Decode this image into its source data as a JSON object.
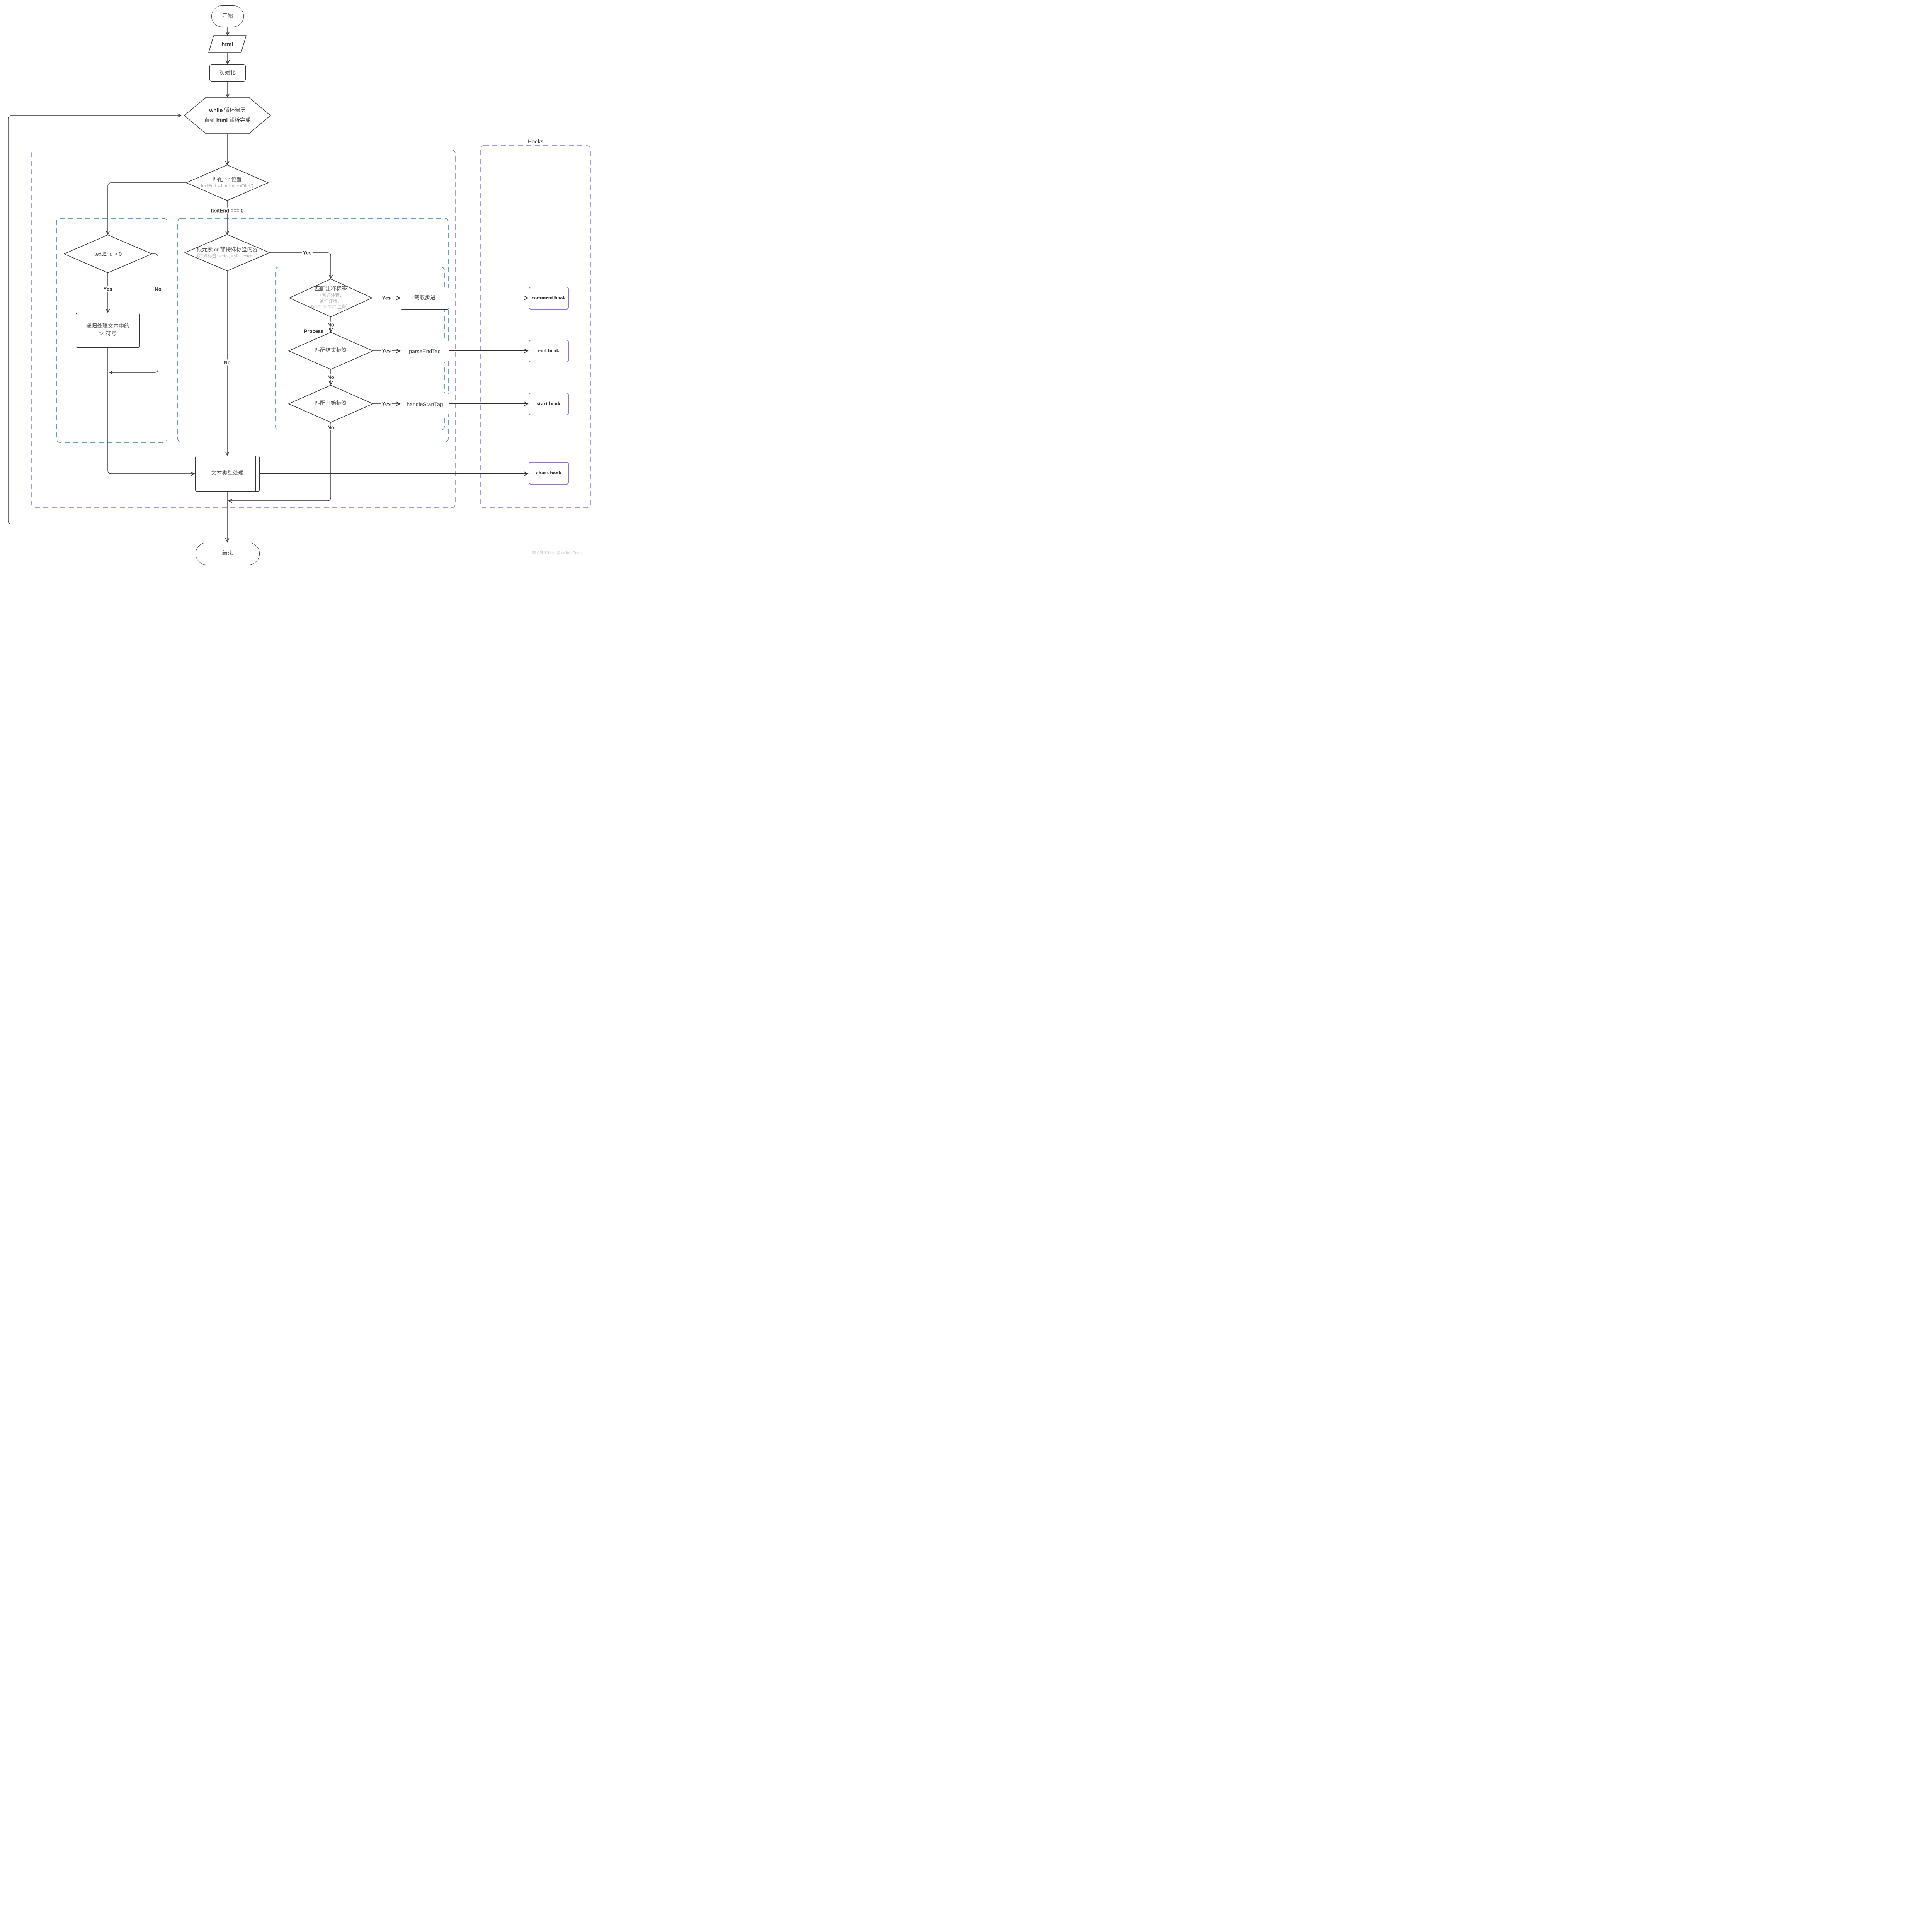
{
  "watermark": "掘金技术社区 @ callmeSoon",
  "colors": {
    "edge": "#2f2f2f",
    "node_border": "#333333",
    "container_blue": "#4589d2",
    "container_purple": "#9d80d8",
    "hook_border": "#9370DB",
    "node_text": "#555555",
    "subtle_text": "#a8a8a8",
    "edge_label_text": "#333333",
    "watermark_text": "#c9c5c2"
  },
  "labels": {
    "yes": "Yes",
    "no": "No",
    "text_end_eq_0": "textEnd === 0",
    "process": "Process",
    "hooks": "Hooks"
  },
  "nodes": {
    "start": {
      "label": "开始"
    },
    "html_input": {
      "label": "html"
    },
    "init": {
      "label": "初始化"
    },
    "while_loop": {
      "kw1": "while",
      "text1": " 循环遍历",
      "text2_pre": "直到 ",
      "kw2": "html",
      "text2_post": " 解析完成"
    },
    "match_lt": {
      "label": "匹配 '<' 位置",
      "sub": "textEnd = html.indexOf('<')"
    },
    "text_end_gt_0": {
      "label": "textEnd > 0"
    },
    "recursive_gt": {
      "label": "递归处理文本中的 '>' 符号"
    },
    "root_or_nonspecial": {
      "label": "根元素 or 非特殊标签内容",
      "sub": "（特殊标签: script, style, textarea）"
    },
    "match_comment": {
      "label": "匹配注释标签",
      "sub1": "（普通注释、",
      "sub2": "条件注释、",
      "sub3": "DOCUMENT 注释）"
    },
    "match_end_tag": {
      "label": "匹配结束标签"
    },
    "match_start_tag": {
      "label": "匹配开始标签"
    },
    "cut_advance": {
      "label": "截取步进"
    },
    "parse_end_tag": {
      "label": "parseEndTag"
    },
    "handle_start_tag": {
      "label": "handleStartTag"
    },
    "text_type_processing": {
      "label": "文本类型处理"
    },
    "end": {
      "label": "结束"
    },
    "comment_hook": {
      "label": "comment hook"
    },
    "end_hook": {
      "label": "end hook"
    },
    "start_hook": {
      "label": "start hook"
    },
    "chars_hook": {
      "label": "chars hook"
    }
  }
}
